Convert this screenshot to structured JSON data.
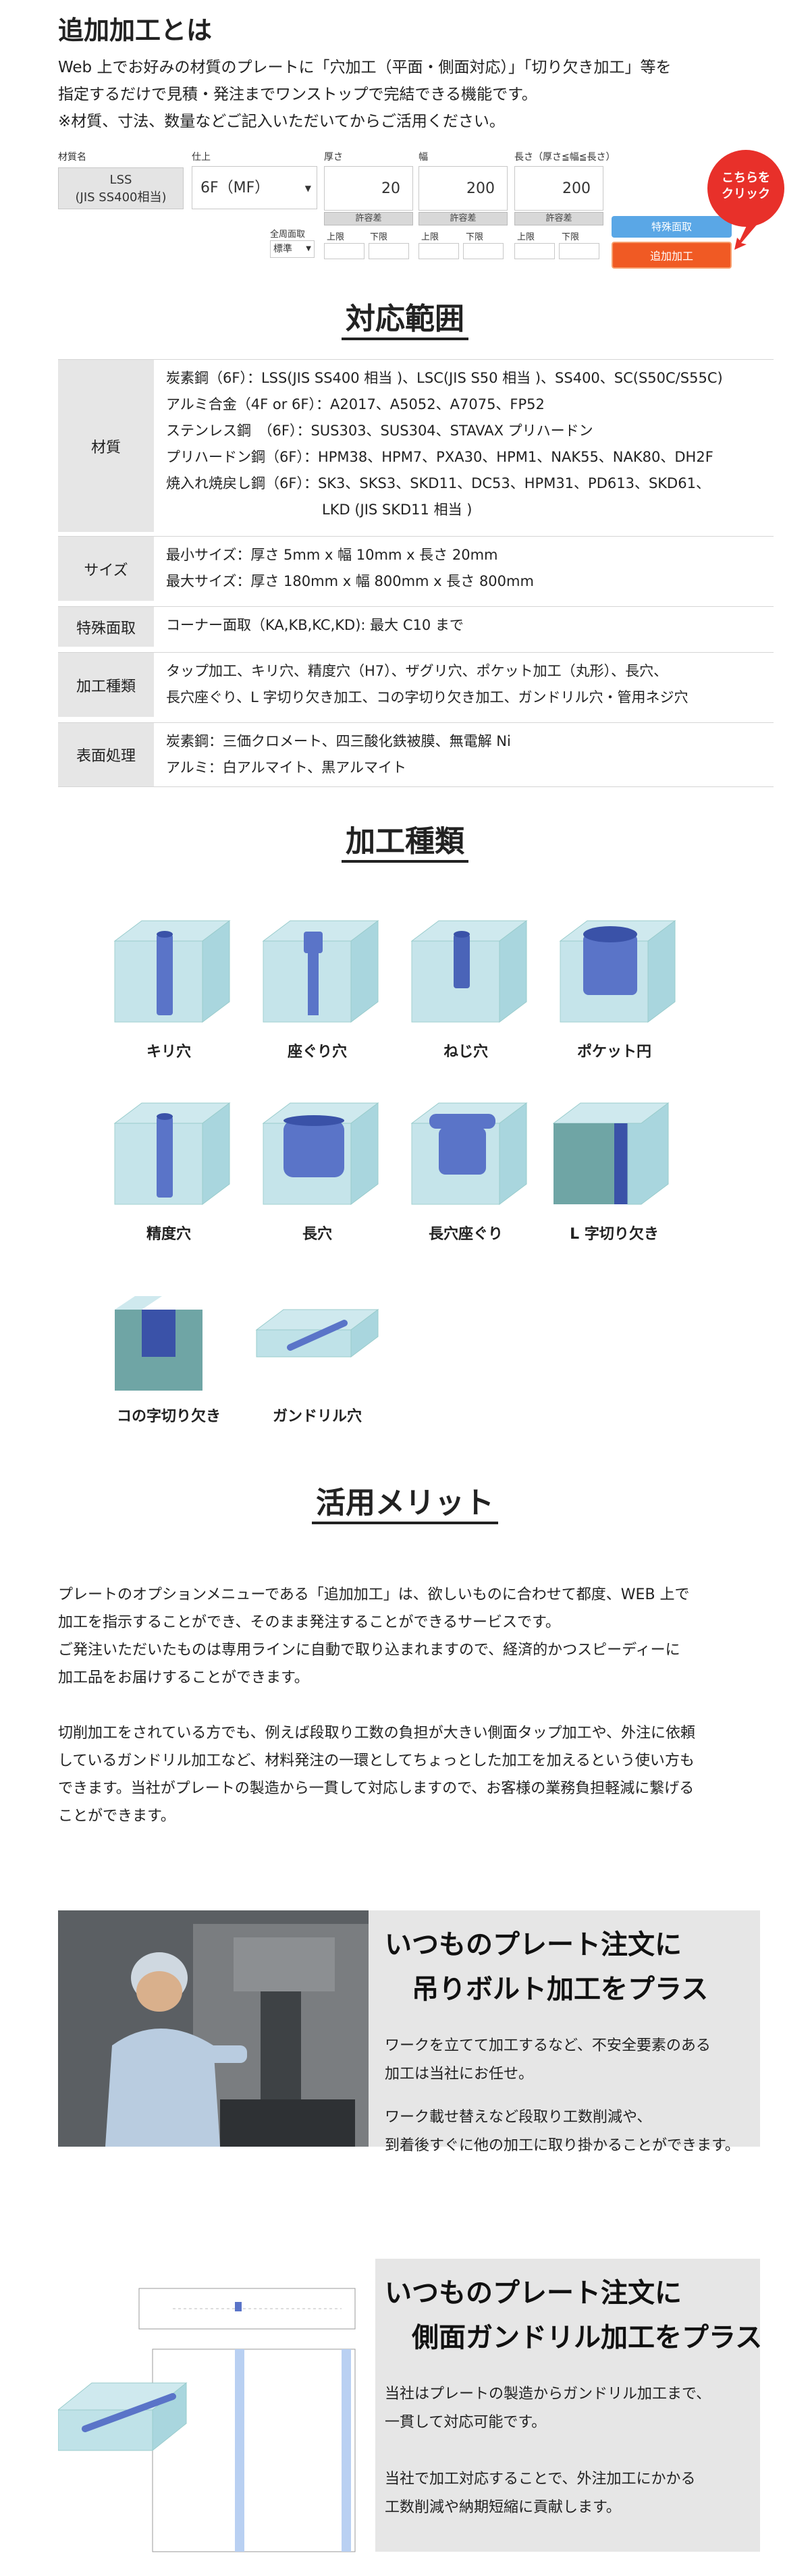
{
  "page_title": "追加加工とは",
  "intro": {
    "line1": "Web 上でお好みの材質のプレートに「穴加工（平面・側面対応）」「切り欠き加工」等を",
    "line2": "指定するだけで見積・発注までワンストップで完結できる機能です。",
    "line3": "※材質、寸法、数量などご記入いただいてからご活用ください。"
  },
  "form": {
    "material_label": "材質名",
    "material_value_1": "LSS",
    "material_value_2": "(JIS SS400相当)",
    "finish_label": "仕上",
    "finish_value": "6F（MF）",
    "thickness_label": "厚さ",
    "thickness_value": "20",
    "width_label": "幅",
    "width_value": "200",
    "length_label": "長さ（厚さ≦幅≦長さ）",
    "length_value": "200",
    "tolerance_label": "許容差",
    "upper_label": "上限",
    "lower_label": "下限",
    "chamfer_label": "全周面取",
    "chamfer_value": "標準",
    "special_chamfer_button": "特殊面取",
    "additional_button": "追加加工",
    "callout_line1": "こちらを",
    "callout_line2": "クリック"
  },
  "sections": {
    "range_title": "対応範囲",
    "types_title": "加工種類",
    "merit_title": "活用メリット"
  },
  "range_table": [
    {
      "head": "材質",
      "lines": [
        "炭素鋼（6F）：LSS(JIS SS400 相当 )、LSC(JIS S50 相当 )、SS400、SC(S50C/S55C)",
        "アルミ合金（4F or 6F）：A2017、A5052、A7075、FP52",
        "ステンレス鋼　（6F）：SUS303、SUS304、STAVAX プリハードン",
        "プリハードン鋼（6F）：HPM38、HPM7、PXA30、HPM1、NAK55、NAK80、DH2F",
        "焼入れ焼戻し鋼（6F）：SK3、SKS3、SKD11、DC53、HPM31、PD613、SKD61、",
        "　　　　　　　　　　　LKD (JIS SKD11 相当 )"
      ]
    },
    {
      "head": "サイズ",
      "lines": [
        "最小サイズ：厚さ 5mm x 幅 10mm x 長さ 20mm",
        "最大サイズ：厚さ 180mm x 幅 800mm x 長さ 800mm"
      ]
    },
    {
      "head": "特殊面取",
      "lines": [
        "コーナー面取（KA,KB,KC,KD): 最大 C10 まで"
      ]
    },
    {
      "head": "加工種類",
      "lines": [
        "タップ加工、キリ穴、精度穴（H7）、ザグリ穴、ポケット加工（丸形）、長穴、",
        "長穴座ぐり、L 字切り欠き加工、コの字切り欠き加工、ガンドリル穴・管用ネジ穴"
      ]
    },
    {
      "head": "表面処理",
      "lines": [
        "炭素鋼：三価クロメート、四三酸化鉄被膜、無電解 Ni",
        "アルミ：白アルマイト、黒アルマイト"
      ]
    }
  ],
  "types": [
    "キリ穴",
    "座ぐり穴",
    "ねじ穴",
    "ポケット円",
    "精度穴",
    "長穴",
    "長穴座ぐり",
    "L 字切り欠き",
    "コの字切り欠き",
    "ガンドリル穴"
  ],
  "merit": {
    "p1_l1": "プレートのオプションメニューである「追加加工」は、欲しいものに合わせて都度、WEB 上で",
    "p1_l2": "加工を指示することができ、そのまま発注することができるサービスです。",
    "p1_l3": "ご発注いただいたものは専用ラインに自動で取り込まれますので、経済的かつスピーディーに",
    "p1_l4": "加工品をお届けすることができます。",
    "p2_l1": "切削加工をされている方でも、例えば段取り工数の負担が大きい側面タップ加工や、外注に依頼",
    "p2_l2": "しているガンドリル加工など、材料発注の一環としてちょっとした加工を加えるという使い方も",
    "p2_l3": "できます。当社がプレートの製造から一貫して対応しますので、お客様の業務負担軽減に繋げる",
    "p2_l4": "ことができます。"
  },
  "feature1": {
    "title1": "いつものプレート注文に",
    "title2": "吊りボルト加工をプラス",
    "t1": "ワークを立てて加工するなど、不安全要素のある",
    "t2": "加工は当社にお任せ。",
    "t3": "ワーク載せ替えなど段取り工数削減や、",
    "t4": "到着後すぐに他の加工に取り掛かることができます。"
  },
  "feature2": {
    "title1": "いつものプレート注文に",
    "title2": "側面ガンドリル加工をプラス",
    "t1": "当社はプレートの製造からガンドリル加工まで、",
    "t2": "一貫して対応可能です。",
    "t3": "当社で加工対応することで、外注加工にかかる",
    "t4": "工数削減や納期短縮に貢献します。"
  },
  "colors": {
    "accent_orange": "#f05a24",
    "accent_blue": "#5aa7e6",
    "callout_red": "#e8302a",
    "table_head": "#e6e6e6",
    "block_bg": "#e6e6e6"
  }
}
